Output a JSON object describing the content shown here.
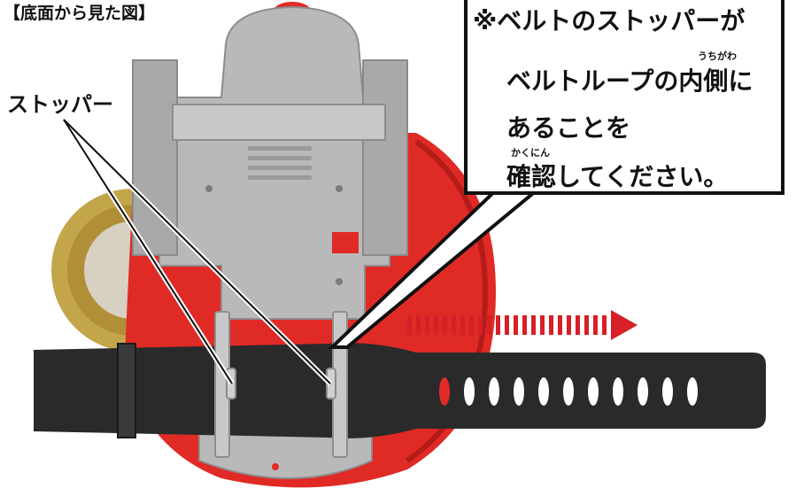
{
  "title": "【底面から見た図】",
  "stopper_label": "ストッパー",
  "callout": {
    "line1": "※ベルトのストッパーが",
    "line2": "ベルトループの内側に",
    "line3": "あることを",
    "line4": "確認してください。",
    "ruby1": "うちがわ",
    "ruby2": "かくにん"
  },
  "colors": {
    "body_gray": "#b9b9b9",
    "belt_black": "#2a2a2a",
    "red_back": "#e02a25",
    "gold_gear": "#c3a54a",
    "arrow_red": "#d61f26"
  }
}
